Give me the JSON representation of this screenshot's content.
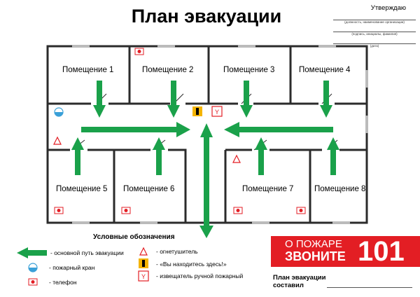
{
  "title": "План эвакуации",
  "approval": {
    "heading": "Утверждаю",
    "caption1": "(должность, наименование организации)",
    "caption2": "(подпись, инициалы, фамилия)",
    "caption3": "(дата)"
  },
  "rooms": [
    {
      "label": "Помещение 1"
    },
    {
      "label": "Помещение 2"
    },
    {
      "label": "Помещение 3"
    },
    {
      "label": "Помещение 4"
    },
    {
      "label": "Помещение 5"
    },
    {
      "label": "Помещение 6"
    },
    {
      "label": "Помещение 7"
    },
    {
      "label": "Помещение 8"
    }
  ],
  "legend": {
    "title": "Условные обозначения",
    "evac_route": "- основной путь эвакуации",
    "hydrant": "- пожарный кран",
    "phone": "- телефон",
    "extinguisher": "- огнетушитель",
    "you_are_here": "- «Вы находитесь здесь!»",
    "alarm": "- извещатель ручной пожарный"
  },
  "fire_notice": {
    "line1": "О ПОЖАРЕ",
    "line2": "ЗВОНИТЕ",
    "number": "101"
  },
  "compiled_by": {
    "line1": "План эвакуации",
    "line2": "составил"
  },
  "colors": {
    "arrow": "#1aa14a",
    "fire_red": "#e31e24",
    "wall": "#2b2b2b"
  }
}
